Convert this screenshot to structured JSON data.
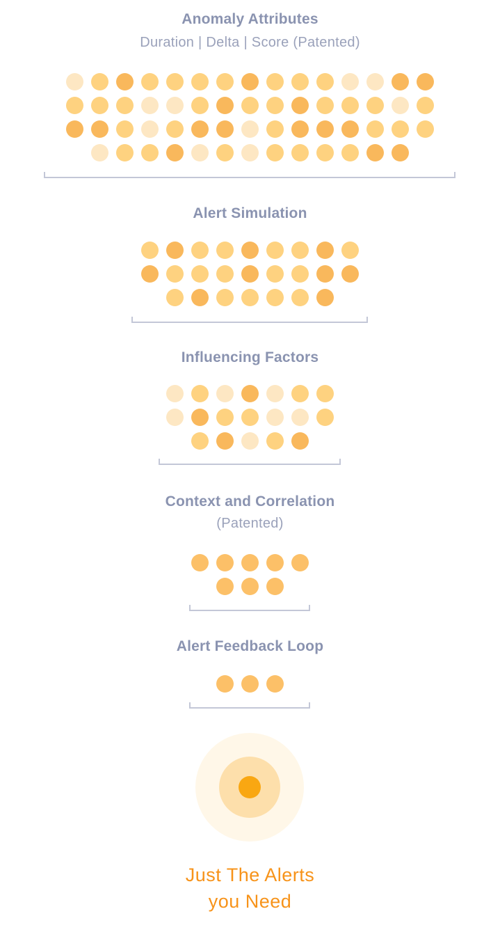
{
  "colors": {
    "light": "#fde7c3",
    "mid": "#fed280",
    "dark": "#f9b85c",
    "uniform": "#fcc068",
    "ring_outer": "#fff7e8",
    "ring_middle": "#fddfab",
    "ring_center": "#f9a712",
    "bracket": "#c3c7d7",
    "title": "#8a93b0",
    "final_text": "#f7931a"
  },
  "stages": [
    {
      "title": "Anomaly Attributes",
      "subtitle": "Duration | Delta | Score (Patented)",
      "rows": [
        [
          "light",
          "mid",
          "dark",
          "mid",
          "mid",
          "mid",
          "mid",
          "dark",
          "mid",
          "mid",
          "mid",
          "light",
          "light",
          "dark",
          "dark"
        ],
        [
          "mid",
          "mid",
          "mid",
          "light",
          "light",
          "mid",
          "dark",
          "mid",
          "mid",
          "dark",
          "mid",
          "mid",
          "mid",
          "light",
          "mid"
        ],
        [
          "dark",
          "dark",
          "mid",
          "light",
          "mid",
          "dark",
          "dark",
          "light",
          "mid",
          "dark",
          "dark",
          "dark",
          "mid",
          "mid",
          "mid"
        ],
        [
          "light",
          "mid",
          "mid",
          "dark",
          "light",
          "mid",
          "light",
          "mid",
          "mid",
          "mid",
          "mid",
          "dark",
          "dark"
        ]
      ]
    },
    {
      "title": "Alert Simulation",
      "subtitle": "",
      "rows": [
        [
          "mid",
          "dark",
          "mid",
          "mid",
          "dark",
          "mid",
          "mid",
          "dark",
          "mid"
        ],
        [
          "dark",
          "mid",
          "mid",
          "mid",
          "dark",
          "mid",
          "mid",
          "dark",
          "dark"
        ],
        [
          "mid",
          "dark",
          "mid",
          "mid",
          "mid",
          "mid",
          "dark"
        ]
      ]
    },
    {
      "title": "Influencing Factors",
      "subtitle": "",
      "rows": [
        [
          "light",
          "mid",
          "light",
          "dark",
          "light",
          "mid",
          "mid"
        ],
        [
          "light",
          "dark",
          "mid",
          "mid",
          "light",
          "light",
          "mid"
        ],
        [
          "mid",
          "dark",
          "light",
          "mid",
          "dark"
        ]
      ]
    },
    {
      "title": "Context and Correlation",
      "subtitle": "(Patented)",
      "rows": [
        [
          "uniform",
          "uniform",
          "uniform",
          "uniform",
          "uniform"
        ],
        [
          "uniform",
          "uniform",
          "uniform"
        ]
      ]
    },
    {
      "title": "Alert Feedback Loop",
      "subtitle": "",
      "rows": [
        [
          "uniform",
          "uniform",
          "uniform"
        ]
      ]
    }
  ],
  "final": {
    "line1": "Just The Alerts",
    "line2": "you Need"
  }
}
